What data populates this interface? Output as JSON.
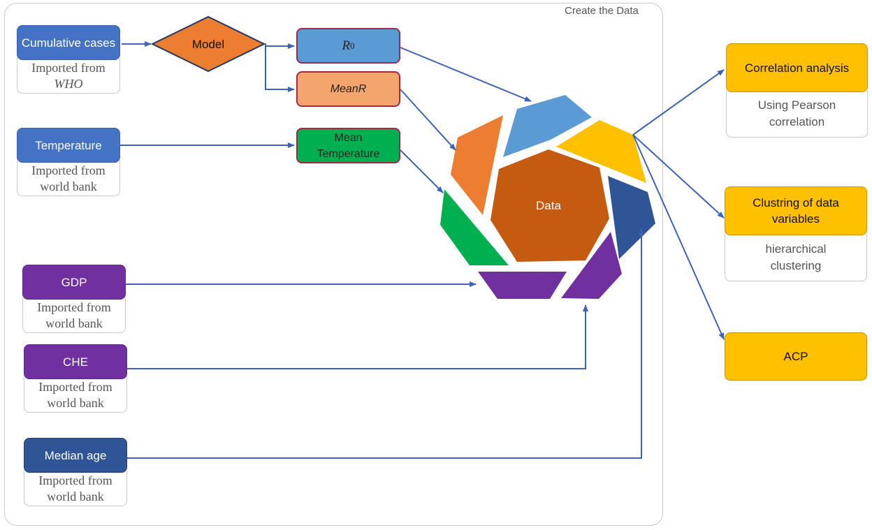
{
  "frame": {
    "title": "Create the Data"
  },
  "sources": {
    "cumulative": {
      "label": "Cumulative cases",
      "source_prefix": "Imported from",
      "source_name": "WHO"
    },
    "temperature": {
      "label": "Temperature",
      "source": "Imported from world bank"
    },
    "gdp": {
      "label": "GDP",
      "source": "Imported from world bank"
    },
    "che": {
      "label": "CHE",
      "source": "Imported from world bank"
    },
    "median_age": {
      "label": "Median age",
      "source": "Imported from world bank"
    }
  },
  "model": {
    "label": "Model"
  },
  "derived": {
    "r0": {
      "symbol": "R",
      "subscript": "0"
    },
    "meanr": {
      "label": "MeanR"
    },
    "mean_temperature": {
      "label": "Mean Temperature"
    }
  },
  "center": {
    "label": "Data"
  },
  "outputs": {
    "correlation": {
      "label": "Correlation analysis",
      "method": "Using Pearson correlation"
    },
    "clustering": {
      "label": "Clustring of data variables",
      "method": "hierarchical clustering"
    },
    "acp": {
      "label": "ACP"
    }
  },
  "colors": {
    "blue": "#4472c4",
    "purple": "#7030a0",
    "navy": "#2f5597",
    "orange": "#ed7d31",
    "light_blue": "#5b9bd5",
    "light_orange": "#f4a56e",
    "green": "#00b050",
    "yellow": "#ffc000",
    "center": "#c55a11",
    "arrow": "#3c63b8"
  }
}
